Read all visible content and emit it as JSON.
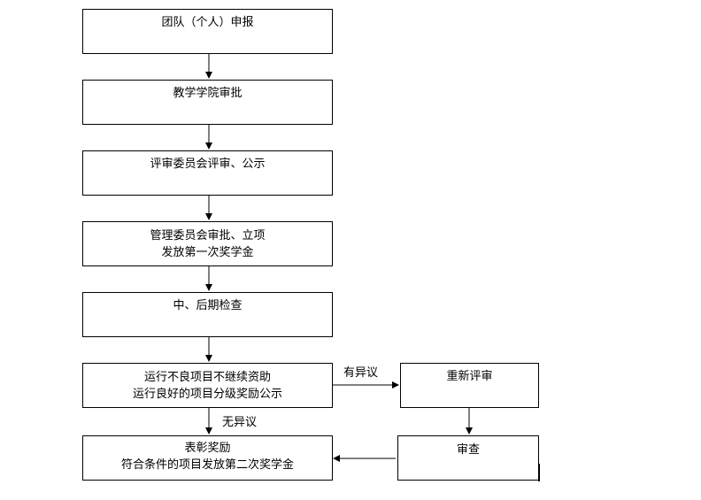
{
  "steps": {
    "s1": "团队（个人）申报",
    "s2": "教学学院审批",
    "s3": "评审委员会评审、公示",
    "s4": {
      "line1": "管理委员会审批、立项",
      "line2": "发放第一次奖学金"
    },
    "s5": "中、后期检查",
    "s6": {
      "line1": "运行不良项目不继续资助",
      "line2": "运行良好的项目分级奖励公示"
    },
    "s7": {
      "line1": "表彰奖励",
      "line2": "符合条件的项目发放第二次奖学金"
    },
    "r1": "重新评审",
    "r2": "审查"
  },
  "edge_labels": {
    "objection": "有异议",
    "no_objection": "无异议"
  }
}
